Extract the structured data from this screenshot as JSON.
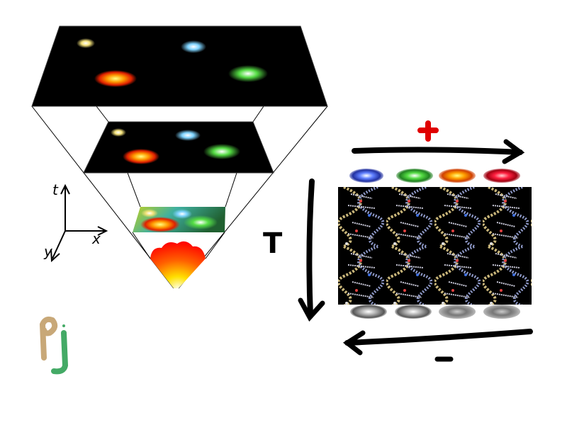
{
  "axes": {
    "t": "t",
    "x": "x",
    "y": "y"
  },
  "labels": {
    "plus": "+",
    "minus": "−",
    "T": "T"
  },
  "signature": {
    "text": "pj"
  },
  "colors": {
    "background": "#ffffff",
    "slice_fill": "#000000",
    "plus_sign": "#e00000",
    "galaxy_yellow": "#f4e27a",
    "galaxy_cyan": "#7fd4ff",
    "galaxy_orange": "#ff7a00",
    "galaxy_green": "#55dd44",
    "galaxy_blue": "#3050d0",
    "galaxy_red": "#e01020",
    "galaxy_gray": "#9a9a9a",
    "bigbang_hot": "#ffe000",
    "bigbang_red": "#ff2000",
    "signature_tan": "#c8a878",
    "signature_green": "#44aa66"
  },
  "icons": [
    "galaxy-icon",
    "dna-helix-icon",
    "arrow-right-icon",
    "arrow-left-icon",
    "arrow-down-icon"
  ]
}
